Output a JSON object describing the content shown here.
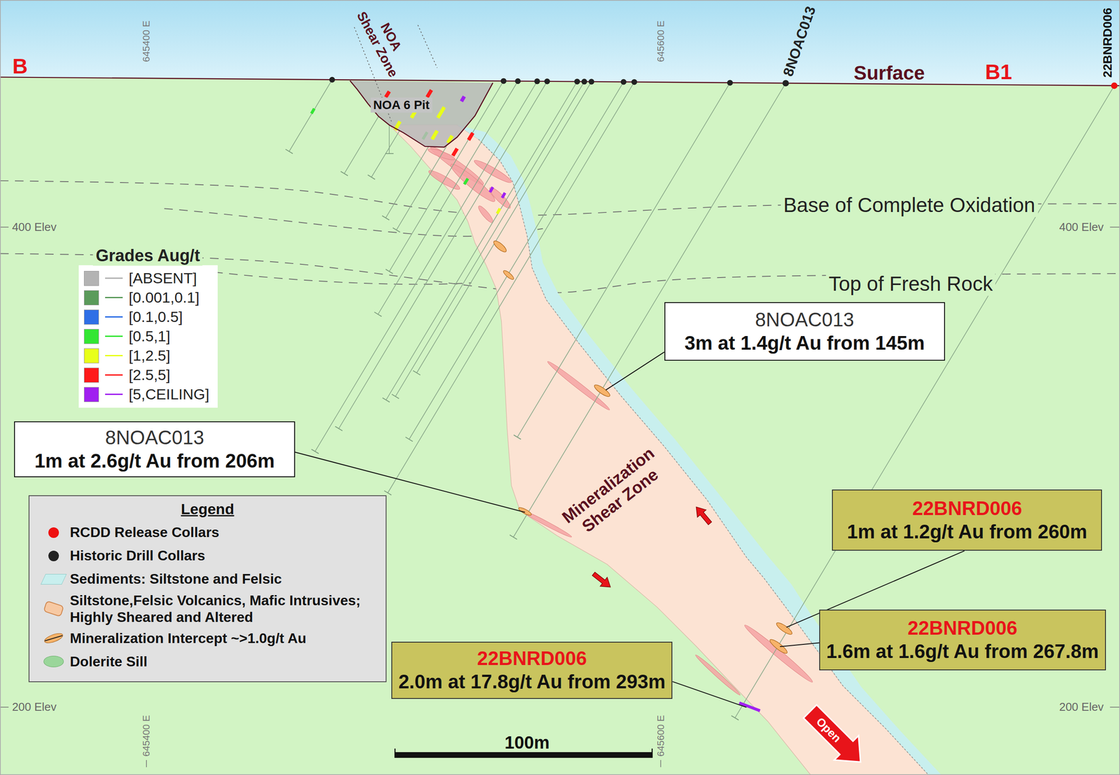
{
  "diagram": {
    "nodes": [
      {
        "text": [
          "8NOAC013",
          "3m at 1.4g/t Au from 145m"
        ]
      },
      {
        "text": [
          "8NOAC013",
          "1m at 2.6g/t Au from 206m"
        ]
      },
      {
        "text": [
          "22BNRD006",
          "1m at 1.2g/t Au from 260m"
        ]
      },
      {
        "text": [
          "22BNRD006",
          "1.6m at 1.6g/t Au from 267.8m"
        ]
      },
      {
        "text": [
          "22BNRD006",
          "2.0m at 17.8g/t Au from 293m"
        ]
      }
    ],
    "labels": [
      "B",
      "645400 E",
      "645600 E",
      "8NOAC013",
      "Surface",
      "B1",
      "22BNRD006",
      "NOA",
      "Shear Zone",
      "NOA 6 Pit",
      "Base of Complete Oxidation",
      "400 Elev",
      "400 Elev",
      "Grades Aug/t",
      "Top of Fresh Rock",
      "Mineralization Shear Zone",
      "Legend",
      "200 Elev",
      "200 Elev",
      "100m",
      "Open",
      "645400 E",
      "645600 E"
    ],
    "legend": [
      {
        "text": "[ABSENT]",
        "color": "#b3b3b3"
      },
      {
        "text": "[0.001,0.1]",
        "color": "#5b9b5b"
      },
      {
        "text": "[0.1,0.5]",
        "color": "#2f6fe6"
      },
      {
        "text": "[0.5,1]",
        "color": "#33e633"
      },
      {
        "text": "[1,2.5]",
        "color": "#e8ff1a"
      },
      {
        "text": "[2.5,5]",
        "color": "#ff1a1a"
      },
      {
        "text": "[5,CEILING]",
        "color": "#a020f0"
      },
      {
        "text": "RCDD Release Collars",
        "color": "#ee1111"
      },
      {
        "text": "Historic Drill Collars",
        "color": "#222222"
      },
      {
        "text": "Sediments: Siltstone and Felsic",
        "color": "#c8efee"
      },
      {
        "text": "Siltstone,Felsic Volcanics, Mafic Intrusives; Highly Sheared and Altered",
        "color": "#f7c9a3"
      },
      {
        "text": "Mineralization Intercept ~>1.0g/t Au"
      },
      {
        "text": "Dolerite Sill",
        "color": "#9ad69a"
      }
    ]
  }
}
